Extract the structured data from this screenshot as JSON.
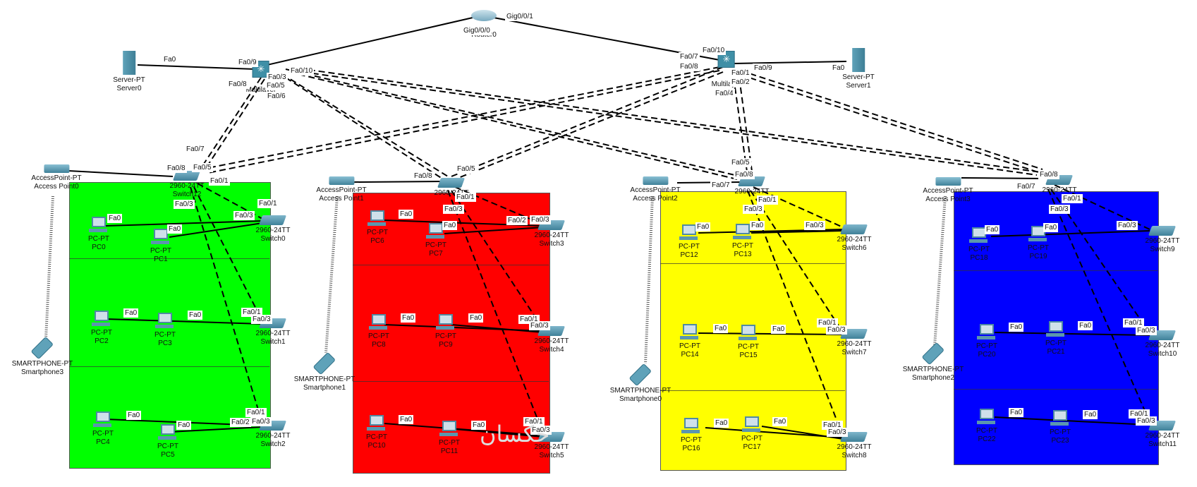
{
  "zones": [
    {
      "name": "zone-green",
      "color": "#00ff00"
    },
    {
      "name": "zone-red",
      "color": "#ff0000"
    },
    {
      "name": "zone-yellow",
      "color": "#ffff00"
    },
    {
      "name": "zone-blue",
      "color": "#0000ff"
    }
  ],
  "devices": {
    "router0": {
      "type": "Router",
      "name": "Router0"
    },
    "server0": {
      "type": "Server-PT",
      "name": "Server0"
    },
    "server1": {
      "type": "Server-PT",
      "name": "Server1"
    },
    "ml0": {
      "type": "3560-24PS",
      "name": "Multilayer"
    },
    "ml1": {
      "type": "3560-24PS",
      "name": "Multilayer"
    },
    "ap0": {
      "type": "AccessPoint-PT",
      "name": "Access Point0"
    },
    "ap1": {
      "type": "AccessPoint-PT",
      "name": "Access Point1"
    },
    "ap2": {
      "type": "AccessPoint-PT",
      "name": "Access Point2"
    },
    "ap3": {
      "type": "AccessPoint-PT",
      "name": "Access Point3"
    },
    "phone3": {
      "type": "SMARTPHONE-PT",
      "name": "Smartphone3"
    },
    "phone1": {
      "type": "SMARTPHONE-PT",
      "name": "Smartphone1"
    },
    "phone0": {
      "type": "SMARTPHONE-PT",
      "name": "Smartphone0"
    },
    "phone2": {
      "type": "SMARTPHONE-PT",
      "name": "Smartphone2"
    },
    "sw12": {
      "type": "2960-24TT",
      "name": "Switch12"
    },
    "sw13": {
      "type": "2960-24TT",
      "name": "Switch13"
    },
    "sw14": {
      "type": "2960-24TT",
      "name": "Switch14"
    },
    "sw15": {
      "type": "2960-24TT",
      "name": "Switch15"
    },
    "sw0": {
      "type": "2960-24TT",
      "name": "Switch0"
    },
    "sw1": {
      "type": "2960-24TT",
      "name": "Switch1"
    },
    "sw2": {
      "type": "2960-24TT",
      "name": "Switch2"
    },
    "sw3": {
      "type": "2960-24TT",
      "name": "Switch3"
    },
    "sw4": {
      "type": "2960-24TT",
      "name": "Switch4"
    },
    "sw5": {
      "type": "2960-24TT",
      "name": "Switch5"
    },
    "sw6": {
      "type": "2960-24TT",
      "name": "Switch6"
    },
    "sw7": {
      "type": "2960-24TT",
      "name": "Switch7"
    },
    "sw8": {
      "type": "2960-24TT",
      "name": "Switch8"
    },
    "sw9": {
      "type": "2960-24TT",
      "name": "Switch9"
    },
    "sw10": {
      "type": "2960-24TT",
      "name": "Switch10"
    },
    "sw11": {
      "type": "2960-24TT",
      "name": "Switch11"
    },
    "pc0": {
      "type": "PC-PT",
      "name": "PC0"
    },
    "pc1": {
      "type": "PC-PT",
      "name": "PC1"
    },
    "pc2": {
      "type": "PC-PT",
      "name": "PC2"
    },
    "pc3": {
      "type": "PC-PT",
      "name": "PC3"
    },
    "pc4": {
      "type": "PC-PT",
      "name": "PC4"
    },
    "pc5": {
      "type": "PC-PT",
      "name": "PC5"
    },
    "pc6": {
      "type": "PC-PT",
      "name": "PC6"
    },
    "pc7": {
      "type": "PC-PT",
      "name": "PC7"
    },
    "pc8": {
      "type": "PC-PT",
      "name": "PC8"
    },
    "pc9": {
      "type": "PC-PT",
      "name": "PC9"
    },
    "pc10": {
      "type": "PC-PT",
      "name": "PC10"
    },
    "pc11": {
      "type": "PC-PT",
      "name": "PC11"
    },
    "pc12": {
      "type": "PC-PT",
      "name": "PC12"
    },
    "pc13": {
      "type": "PC-PT",
      "name": "PC13"
    },
    "pc14": {
      "type": "PC-PT",
      "name": "PC14"
    },
    "pc15": {
      "type": "PC-PT",
      "name": "PC15"
    },
    "pc16": {
      "type": "PC-PT",
      "name": "PC16"
    },
    "pc17": {
      "type": "PC-PT",
      "name": "PC17"
    },
    "pc18": {
      "type": "PC-PT",
      "name": "PC18"
    },
    "pc19": {
      "type": "PC-PT",
      "name": "PC19"
    },
    "pc20": {
      "type": "PC-PT",
      "name": "PC20"
    },
    "pc21": {
      "type": "PC-PT",
      "name": "PC21"
    },
    "pc22": {
      "type": "PC-PT",
      "name": "PC22"
    },
    "pc23": {
      "type": "PC-PT",
      "name": "PC23"
    }
  },
  "ports": {
    "fa0": "Fa0",
    "fa01": "Fa0/1",
    "fa02": "Fa0/2",
    "fa03": "Fa0/3",
    "fa04": "Fa0/4",
    "fa05": "Fa0/5",
    "fa06": "Fa0/6",
    "fa07": "Fa0/7",
    "fa08": "Fa0/8",
    "fa09": "Fa0/9",
    "fa010": "Fa0/10",
    "gig000": "Gig0/0/0",
    "gig001": "Gig0/0/1"
  },
  "watermark": "خكسان"
}
